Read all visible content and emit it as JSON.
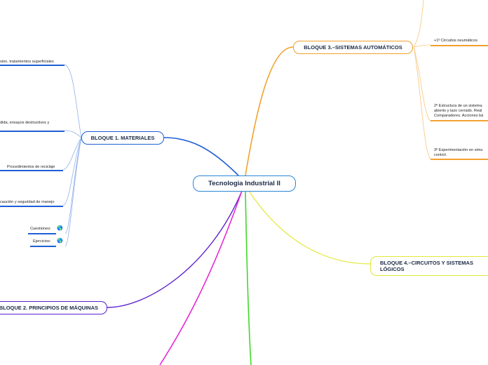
{
  "central": {
    "label": "Tecnologia Industrial II"
  },
  "branches": {
    "b1": {
      "label": "BLOQUE 1. MATERIALES",
      "color": "#1f5fd6"
    },
    "b2": {
      "label": "BLOQUE 2. PRINCIPIOS DE MÁQUINAS",
      "color": "#5b1fcf"
    },
    "b3": {
      "label": "BLOQUE 3.–SISTEMAS AUTOMÁTICOS",
      "color": "#f2a12e"
    },
    "b4": {
      "label1": "BLOQUE 4.–CIRCUITOS Y SISTEMAS",
      "label2": "LÓGICOS",
      "color": "#e3e83a"
    },
    "b5": {
      "color": "#e52ad8"
    },
    "b6": {
      "color": "#41d829"
    }
  },
  "b1_leaves": [
    "sion, tratamientos superficiales",
    "dida, ensayos destructivos y",
    "Procedimientos de reciclaje",
    "cauciòn y seguridad de manejo",
    "Cuestiones:",
    "Ejercicios:"
  ],
  "b3_leaves": {
    "l1": "+1º Circuitos neumáticos",
    "l2a": "2º Estructura de un sistema",
    "l2b": "abierto y lazo cerrado. Real",
    "l2c": "Comparadores. Acciones bá",
    "l3a": "3º Experimentación en simu",
    "l3b": "control."
  },
  "icons": {
    "globe": "globe-icon"
  }
}
